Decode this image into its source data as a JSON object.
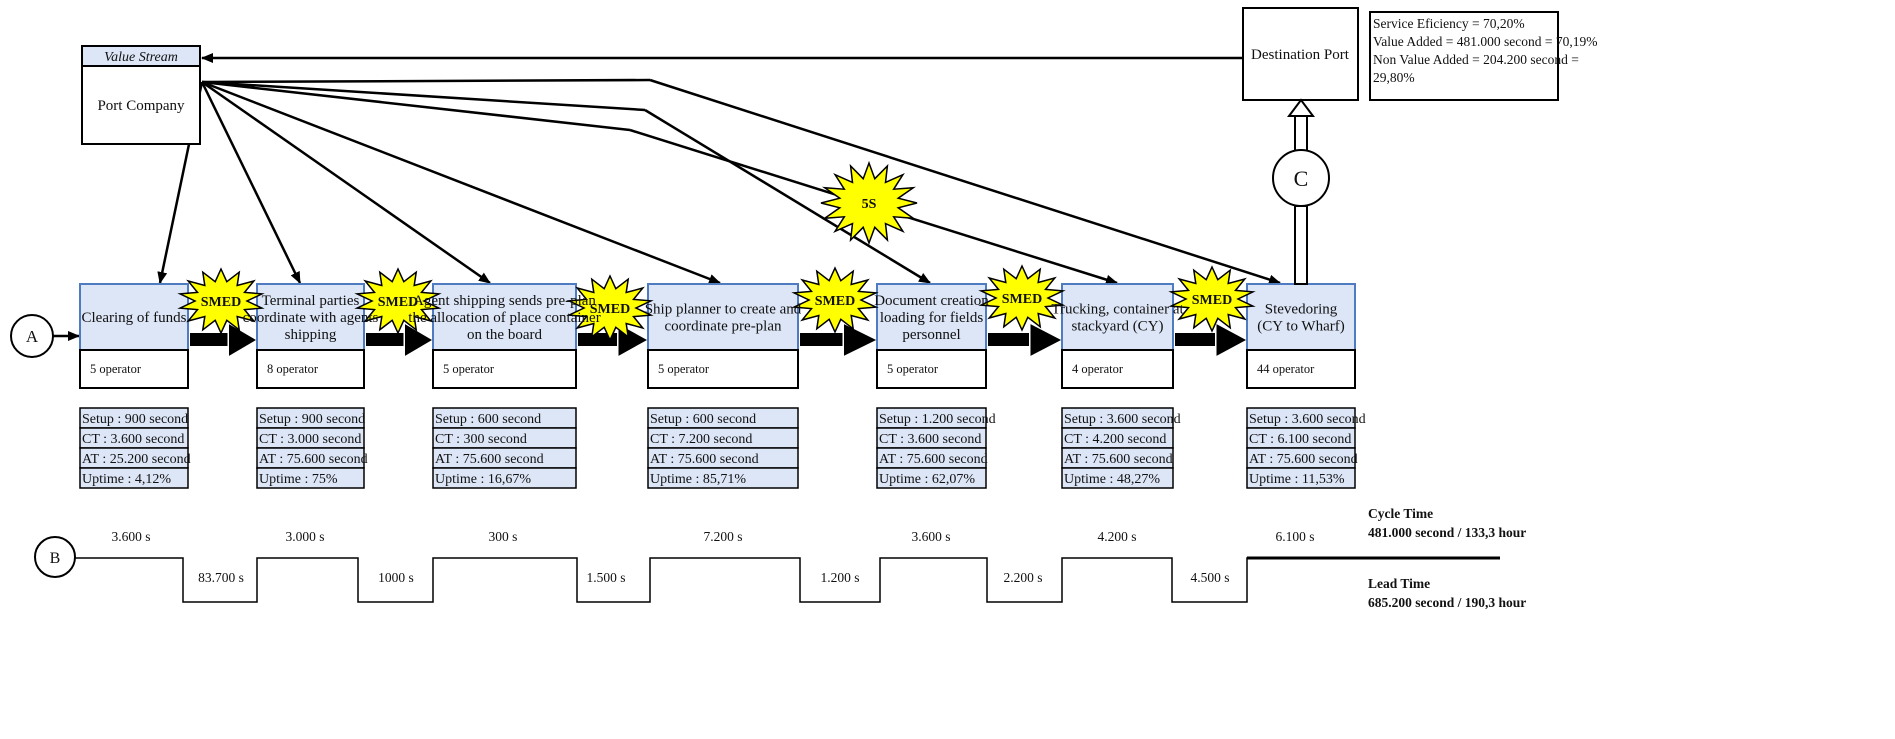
{
  "customer": {
    "header": "Value Stream",
    "name": "Port Company"
  },
  "destination": {
    "name": "Destination Port"
  },
  "efficiency": {
    "lines": [
      "Service Eficiency = 70,20%",
      "Value Added = 481.000 second = 70,19%",
      "Non Value Added = 204.200 second =",
      "29,80%"
    ]
  },
  "markers": {
    "a": "A",
    "b": "B",
    "c": "C"
  },
  "kaizen": {
    "smed": "SMED",
    "five_s": "5S"
  },
  "processes": [
    {
      "title_lines": [
        "Clearing of funds"
      ],
      "operators": "5 operator",
      "setup": "Setup : 900 second",
      "ct": "CT : 3.600 second",
      "at": "AT : 25.200 second",
      "uptime": "Uptime : 4,12%"
    },
    {
      "title_lines": [
        "Terminal parties",
        "coordinate with agents",
        "shipping"
      ],
      "operators": "8 operator",
      "setup": "Setup : 900 second",
      "ct": "CT : 3.000 second",
      "at": "AT : 75.600 second",
      "uptime": "Uptime : 75%"
    },
    {
      "title_lines": [
        "Agent shipping sends pre-plan",
        "the allocation of place container",
        "on the board"
      ],
      "operators": "5 operator",
      "setup": "Setup : 600 second",
      "ct": "CT : 300 second",
      "at": "AT : 75.600 second",
      "uptime": "Uptime : 16,67%"
    },
    {
      "title_lines": [
        "Ship planner to create and",
        "coordinate pre-plan"
      ],
      "operators": "5 operator",
      "setup": "Setup : 600 second",
      "ct": "CT : 7.200 second",
      "at": "AT : 75.600 second",
      "uptime": "Uptime : 85,71%"
    },
    {
      "title_lines": [
        "Document creation",
        "loading for fields",
        "personnel"
      ],
      "operators": "5 operator",
      "setup": "Setup : 1.200 second",
      "ct": "CT : 3.600 second",
      "at": "AT : 75.600 second",
      "uptime": "Uptime : 62,07%"
    },
    {
      "title_lines": [
        "Trucking, container at",
        "stackyard (CY)"
      ],
      "operators": "4 operator",
      "setup": "Setup : 3.600 second",
      "ct": "CT : 4.200 second",
      "at": "AT : 75.600 second",
      "uptime": "Uptime : 48,27%"
    },
    {
      "title_lines": [
        "Stevedoring",
        "(CY to Wharf)"
      ],
      "operators": "44 operator",
      "setup": "Setup : 3.600 second",
      "ct": "CT : 6.100 second",
      "at": "AT : 75.600 second",
      "uptime": "Uptime : 11,53%"
    }
  ],
  "timeline": {
    "value_added": [
      "3.600 s",
      "3.000 s",
      "300 s",
      "7.200 s",
      "3.600 s",
      "4.200 s",
      "6.100 s"
    ],
    "non_value_added": [
      "83.700 s",
      "1000 s",
      "1.500 s",
      "1.200 s",
      "2.200 s",
      "4.500 s"
    ],
    "cycle_time_label": "Cycle Time",
    "cycle_time_value": "481.000 second / 133,3 hour",
    "lead_time_label": "Lead Time",
    "lead_time_value": "685.200 second / 190,3 hour"
  }
}
